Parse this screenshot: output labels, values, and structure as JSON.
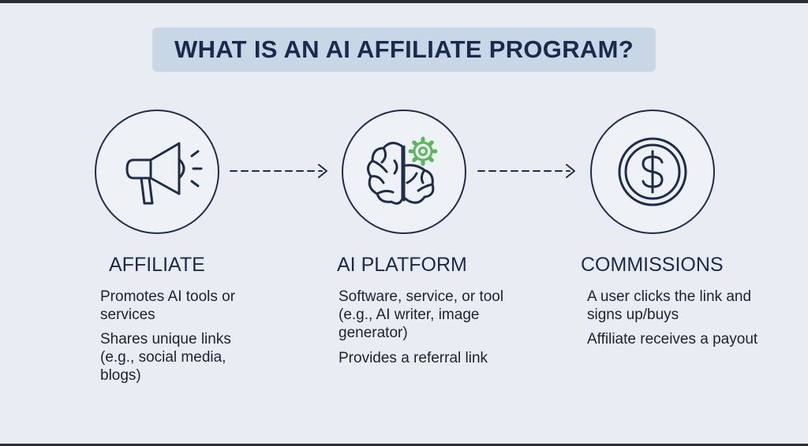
{
  "title": "WHAT IS AN AI AFFILIATE PROGRAM?",
  "colors": {
    "accent_green": "#5ab85c",
    "ink": "#1f2d4a",
    "title_bg": "#c9d6e6",
    "background": "#e9edf3"
  },
  "steps": [
    {
      "heading": "AFFILIATE",
      "icon": "megaphone-icon",
      "lines": [
        "Promotes AI tools or services",
        "Shares unique links (e.g., social media, blogs)"
      ]
    },
    {
      "heading": "AI PLATFORM",
      "icon": "brain-gear-icon",
      "lines": [
        "Software, service, or tool (e.g., AI writer, image generator)",
        "Provides a referral link"
      ]
    },
    {
      "heading": "COMMISSIONS",
      "icon": "dollar-coin-icon",
      "lines": [
        "A user clicks the link and signs up/buys",
        "Affiliate receives a payout"
      ]
    }
  ]
}
